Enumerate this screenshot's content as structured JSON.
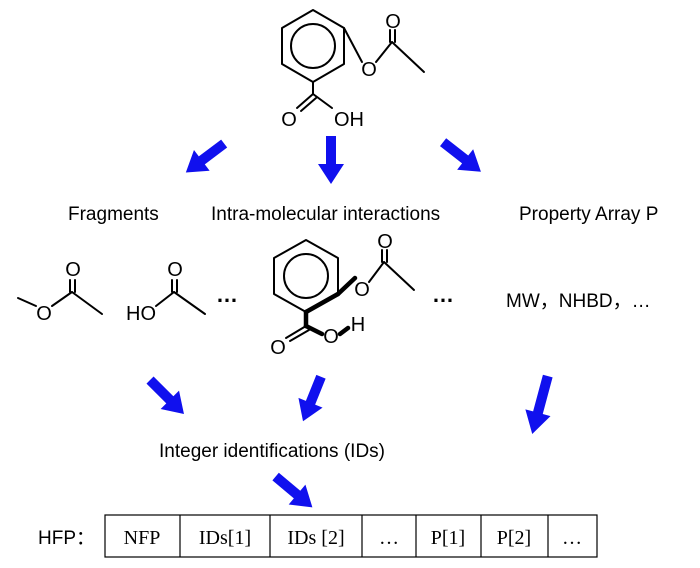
{
  "molecule_top": {
    "atoms": {
      "ester_o": "O",
      "carbonyl_o": "O",
      "acid_o": "O",
      "acid_oh": "OH"
    }
  },
  "labels": {
    "fragments": "Fragments",
    "intra": "Intra-molecular interactions",
    "property": "Property Array P",
    "integer_ids": "Integer identifications (IDs)",
    "hfp": "HFP："
  },
  "fragments": {
    "frag1": {
      "o_single": "O",
      "o_double": "O"
    },
    "frag2": {
      "ho": "HO",
      "o_double": "O"
    },
    "ellipsis": "…"
  },
  "interaction_molecule": {
    "ester_o": "O",
    "carbonyl_o": "O",
    "acid_o": "O",
    "acid_o2": "O",
    "h": "H"
  },
  "intra_ellipsis": "…",
  "property_text": "MW，NHBD，…",
  "hfp_cells": [
    "NFP",
    "IDs[1]",
    "IDs [2]",
    "…",
    "P[1]",
    "P[2]",
    "…"
  ],
  "colors": {
    "arrow": "#1010ee",
    "line": "#000000"
  }
}
